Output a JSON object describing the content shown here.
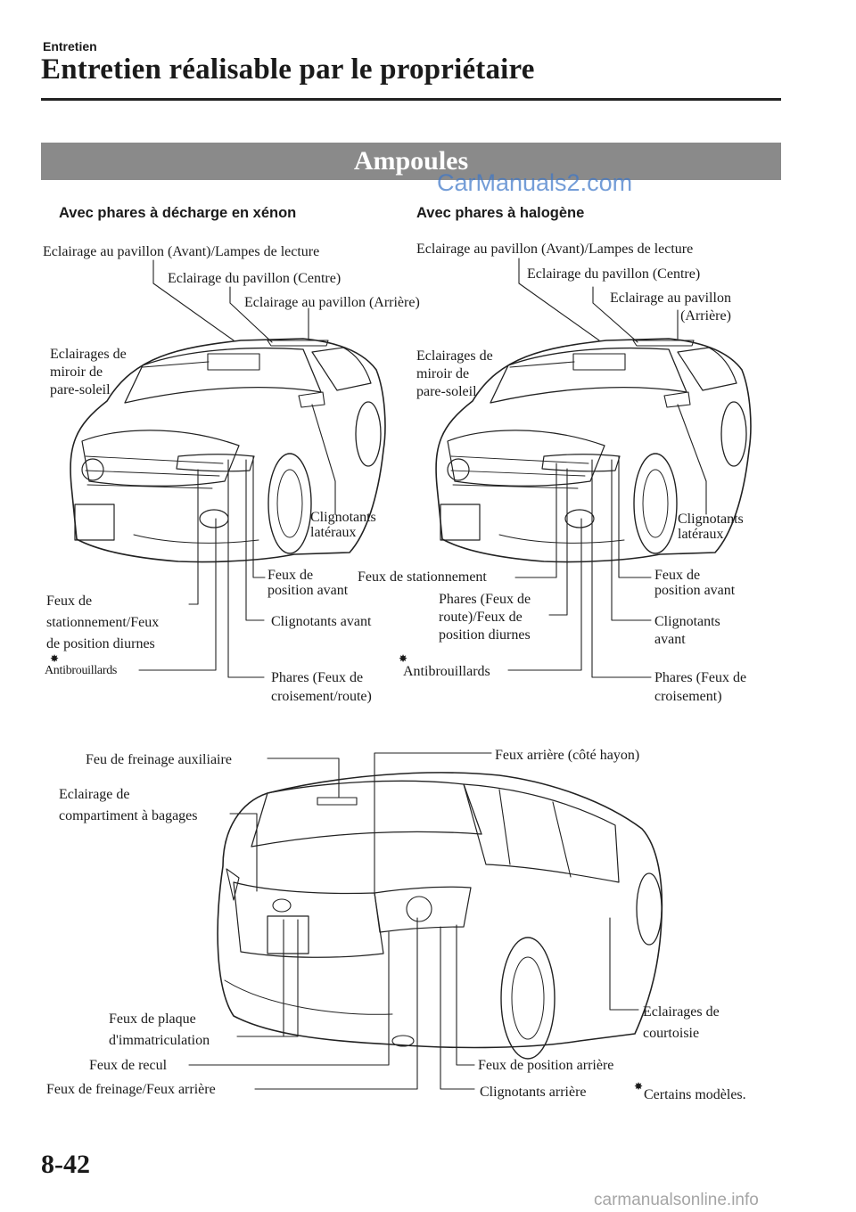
{
  "header": {
    "section": "Entretien",
    "title": "Entretien réalisable par le propriétaire"
  },
  "banner": {
    "title": "Ampoules"
  },
  "watermark_top": "CarManuals2.com",
  "front_xenon": {
    "subtitle": "Avec phares à décharge en xénon",
    "labels": {
      "pavillon_avant": "Eclairage au pavillon (Avant)/Lampes de lecture",
      "pavillon_centre": "Eclairage du pavillon (Centre)",
      "pavillon_arriere": "Eclairage au pavillon (Arrière)",
      "miroir": "Eclairages de\nmiroir de\npare-soleil",
      "clignotants_lateraux": "Clignotants\nlatéraux",
      "feux_position_avant": "Feux de\nposition avant",
      "feux_stationnement": "Feux de\nstationnement/Feux\nde position diurnes",
      "clignotants_avant": "Clignotants avant",
      "antibrouillards": "Antibrouillards",
      "phares": "Phares (Feux de\ncroisement/route)"
    }
  },
  "front_halogen": {
    "subtitle": "Avec phares à halogène",
    "labels": {
      "pavillon_avant": "Eclairage au pavillon (Avant)/Lampes de lecture",
      "pavillon_centre": "Eclairage du pavillon (Centre)",
      "pavillon_arriere": "Eclairage au pavillon\n(Arrière)",
      "miroir": "Eclairages de\nmiroir de\npare-soleil",
      "clignotants_lateraux": "Clignotants\nlatéraux",
      "feux_stationnement": "Feux de stationnement",
      "feux_position_avant": "Feux de\nposition avant",
      "phares_route": "Phares (Feux de\nroute)/Feux de\nposition diurnes",
      "clignotants_avant": "Clignotants\navant",
      "antibrouillards": "Antibrouillards",
      "phares_croisement": "Phares (Feux de\ncroisement)"
    }
  },
  "rear": {
    "labels": {
      "feu_freinage_aux": "Feu de freinage auxiliaire",
      "feux_arriere_hayon": "Feux arrière (côté hayon)",
      "compartiment": "Eclairage de\ncompartiment à bagages",
      "plaque": "Feux de plaque\nd'immatriculation",
      "courtoisie": "Eclairages de\ncourtoisie",
      "recul": "Feux de recul",
      "position_arriere": "Feux de position arrière",
      "freinage": "Feux de freinage/Feux arrière",
      "clignotants_arriere": "Clignotants arrière"
    }
  },
  "footnote": "Certains modèles.",
  "page_number": "8-42",
  "watermark_bottom": "carmanualsonline.info"
}
